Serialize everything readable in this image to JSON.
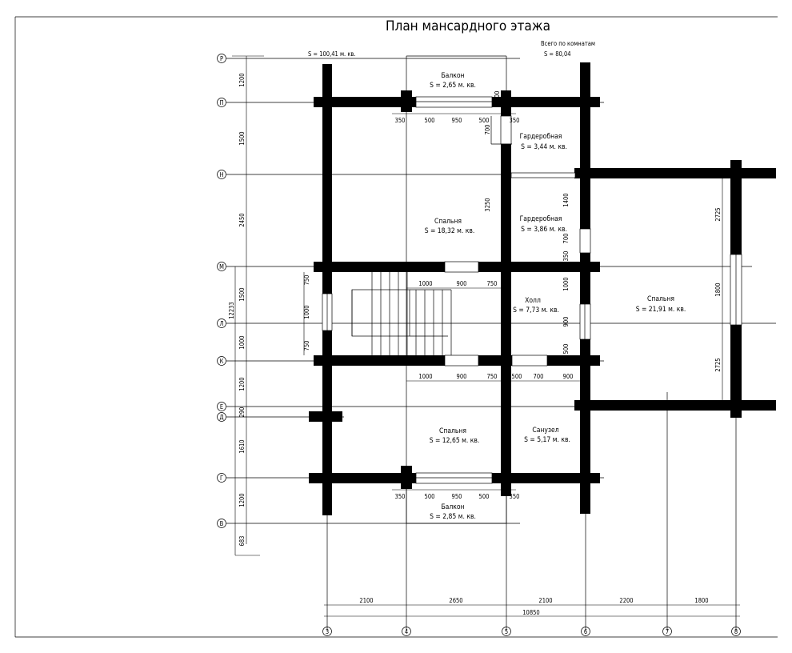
{
  "title": "План мансардного этажа",
  "total": {
    "label": "Всего по комнатам",
    "value": "S  =  80,04"
  },
  "area_top": "S  =  100,41 м. кв.",
  "rooms": {
    "balcony_top": {
      "name": "Балкон",
      "area": "S  = 2,65 м. кв."
    },
    "wardrobe_1": {
      "name": "Гардеробная",
      "area": "S  =  3,44 м. кв."
    },
    "bedroom_1": {
      "name": "Спальня",
      "area": "S  =  18,32 м. кв."
    },
    "wardrobe_2": {
      "name": "Гардеробная",
      "area": "S  =  3,86 м. кв."
    },
    "hall": {
      "name": "Холл",
      "area": "S  =  7,73 м. кв."
    },
    "bedroom_2": {
      "name": "Спальня",
      "area": "S  =  21,91 м. кв."
    },
    "bedroom_3": {
      "name": "Спальня",
      "area": "S  =  12,65 м. кв."
    },
    "bathroom": {
      "name": "Санузел",
      "area": "S  =  5,17 м. кв."
    },
    "balcony_bottom": {
      "name": "Балкон",
      "area": "S  = 2,85 м. кв."
    }
  },
  "left_dims": [
    "1200",
    "1500",
    "2450",
    "1500",
    "1000",
    "1200",
    "290",
    "1610",
    "1200",
    "683"
  ],
  "left_total": "12233",
  "stair_dims": [
    "750",
    "1000",
    "750"
  ],
  "bottom_dims": [
    "2100",
    "2650",
    "2100",
    "2200",
    "1800"
  ],
  "bottom_total": "10850",
  "top_window_dims": [
    "350",
    "500",
    "950",
    "500",
    "350"
  ],
  "bottom_window_dims": [
    "350",
    "500",
    "950",
    "500",
    "350"
  ],
  "wardrobe_dims": {
    "d600": "600",
    "d700": "700",
    "d3250": "3250",
    "d1400": "1400",
    "d700b": "700",
    "d350": "350"
  },
  "hall_top_dims": [
    "1000",
    "900",
    "750"
  ],
  "hall_bottom_dims": [
    "1000",
    "900",
    "750",
    "500",
    "700",
    "900"
  ],
  "hall_right_dims": [
    "1000",
    "900",
    "500"
  ],
  "bedroom2_dims": [
    "2725",
    "1800",
    "2725"
  ],
  "axis_rows": [
    "Р",
    "П",
    "Н",
    "М",
    "Л",
    "К",
    "Е",
    "Д",
    "Г",
    "В"
  ],
  "axis_cols": [
    "3",
    "4",
    "5",
    "6",
    "7",
    "8"
  ]
}
